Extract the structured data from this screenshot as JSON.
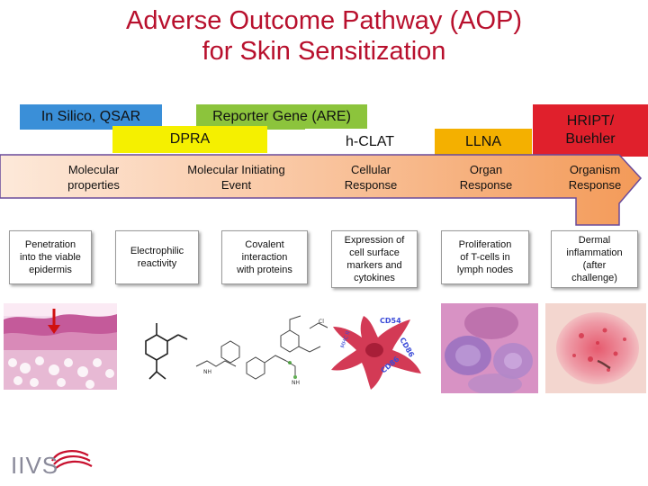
{
  "title": {
    "line1": "Adverse Outcome Pathway (AOP)",
    "line2": "for Skin Sensitization"
  },
  "methods": {
    "qsar": "In Silico, QSAR",
    "reporter_gene": "Reporter Gene (ARE)",
    "dpra": "DPRA",
    "hclat": "h-CLAT",
    "llna": "LLNA",
    "hript_line1": "HRIPT/",
    "hript_line2": "Buehler"
  },
  "levels": {
    "molecular_line1": "Molecular",
    "molecular_line2": "properties",
    "mie_line1": "Molecular Initiating",
    "mie_line2": "Event",
    "cellular_line1": "Cellular",
    "cellular_line2": "Response",
    "organ_line1": "Organ",
    "organ_line2": "Response",
    "organism_line1": "Organism",
    "organism_line2": "Response"
  },
  "steps": [
    {
      "l1": "Penetration",
      "l2": "into the viable",
      "l3": "epidermis",
      "l4": ""
    },
    {
      "l1": "Electrophilic",
      "l2": "reactivity",
      "l3": "",
      "l4": ""
    },
    {
      "l1": "Covalent",
      "l2": "interaction",
      "l3": "with proteins",
      "l4": ""
    },
    {
      "l1": "Expression of",
      "l2": "cell surface",
      "l3": "markers and",
      "l4": "cytokines"
    },
    {
      "l1": "Proliferation",
      "l2": "of T-cells in",
      "l3": "lymph nodes",
      "l4": ""
    },
    {
      "l1": "Dermal",
      "l2": "inflammation",
      "l3": "(after",
      "l4": "challenge)"
    }
  ],
  "cell_markers": {
    "cd54": "CD54",
    "cd86": "CD86",
    "cd86b": "CD86",
    "mhc": "MHC II"
  },
  "logo": {
    "text": "IIVS"
  },
  "colors": {
    "title": "#b8102d",
    "qsar": "#3a8fd8",
    "reporter": "#8cc43c",
    "dpra": "#f5f000",
    "llna": "#f4b000",
    "hript": "#e0202c",
    "arrow_start": "#fbe4d2",
    "arrow_end": "#f6a46a"
  }
}
